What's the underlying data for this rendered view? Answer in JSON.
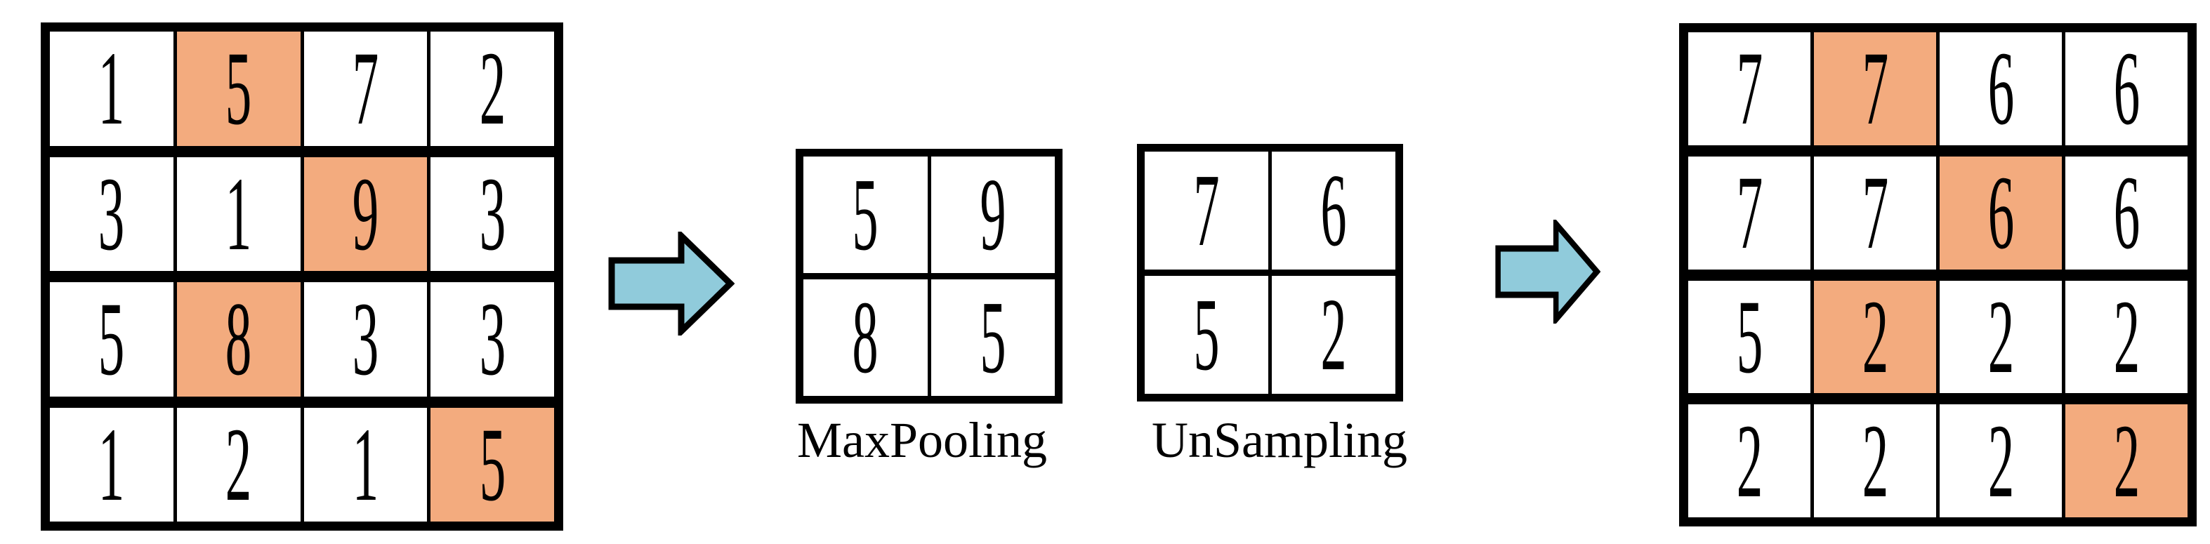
{
  "colors": {
    "highlight": "#F3AB7E",
    "arrow_fill": "#90CBDB",
    "line": "#000000",
    "background": "#FFFFFF"
  },
  "input_grid": {
    "rows": [
      [
        "1",
        "5",
        "7",
        "2"
      ],
      [
        "3",
        "1",
        "9",
        "3"
      ],
      [
        "5",
        "8",
        "3",
        "3"
      ],
      [
        "1",
        "2",
        "1",
        "5"
      ]
    ],
    "highlighted_cells": [
      [
        0,
        1
      ],
      [
        1,
        2
      ],
      [
        2,
        1
      ],
      [
        3,
        3
      ]
    ]
  },
  "maxpool_grid": {
    "label": "MaxPooling",
    "rows": [
      [
        "5",
        "9"
      ],
      [
        "8",
        "5"
      ]
    ],
    "highlighted_cells": []
  },
  "unsampling_grid": {
    "label": "UnSampling",
    "rows": [
      [
        "7",
        "6"
      ],
      [
        "5",
        "2"
      ]
    ],
    "highlighted_cells": []
  },
  "output_grid": {
    "rows": [
      [
        "7",
        "7",
        "6",
        "6"
      ],
      [
        "7",
        "7",
        "6",
        "6"
      ],
      [
        "5",
        "2",
        "2",
        "2"
      ],
      [
        "2",
        "2",
        "2",
        "2"
      ]
    ],
    "highlighted_cells": [
      [
        0,
        1
      ],
      [
        1,
        2
      ],
      [
        2,
        1
      ],
      [
        3,
        3
      ]
    ]
  }
}
